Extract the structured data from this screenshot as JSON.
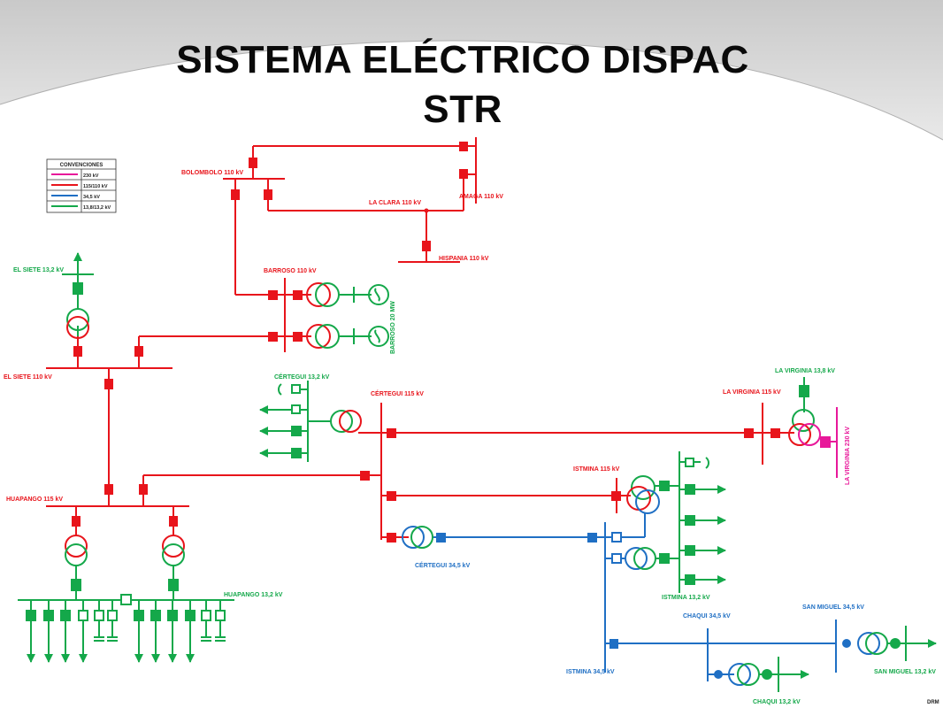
{
  "title": {
    "line1": "SISTEMA ELÉCTRICO DISPAC",
    "line2": "STR"
  },
  "legend": {
    "heading": "CONVENCIONES",
    "items": [
      {
        "label": "230 kV",
        "color": "#e8189a"
      },
      {
        "label": "115/110 kV",
        "color": "#e8141b"
      },
      {
        "label": "34,5 kV",
        "color": "#1f6fc4"
      },
      {
        "label": "13,8/13,2 kV",
        "color": "#14a84a"
      }
    ]
  },
  "colors": {
    "kv230": "#e8189a",
    "kv115": "#e8141b",
    "kv34": "#1f6fc4",
    "kv13": "#14a84a"
  },
  "labels": {
    "bolombolo": "BOLOMBOLO 110 kV",
    "amaga": "AMAGA 110 kV",
    "la_clara": "LA CLARA 110 kV",
    "hispania": "HISPANIA 110 kV",
    "el_siete_13": "EL SIETE 13,2 kV",
    "barroso": "BARROSO 110 kV",
    "barroso_gen": "BARROSO 20 MW",
    "el_siete_110": "EL SIETE 110 kV",
    "certegui_13": "CÉRTEGUI 13,2 kV",
    "certegui_115": "CÉRTEGUI 115 kV",
    "la_virginia_13": "LA VIRGINIA 13,8 kV",
    "la_virginia_115": "LA VIRGINIA 115 kV",
    "la_virginia_230": "LA VIRGINIA 230 kV",
    "istmina_115": "ISTMINA 115 kV",
    "huapango_115": "HUAPANGO 115 kV",
    "certegui_34": "CÉRTEGUI 34,5 kV",
    "huapango_13": "HUAPANGO 13,2 kV",
    "istmina_13": "ISTMINA 13,2 kV",
    "chaqui_34": "CHAQUI 34,5 kV",
    "san_miguel_34": "SAN MIGUEL 34,5 kV",
    "istmina_34": "ISTMINA 34,5 kV",
    "san_miguel_13": "SAN MIGUEL 13,2 kV",
    "chaqui_13": "CHAQUI 13,2 kV",
    "drm": "DRM"
  }
}
